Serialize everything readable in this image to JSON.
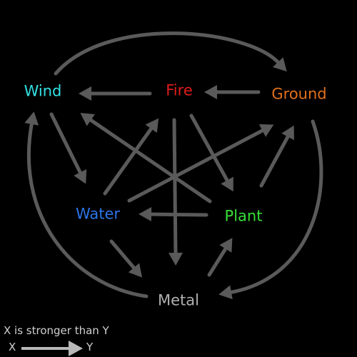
{
  "nodes": {
    "wind": {
      "label": "Wind",
      "color": "#33e0e0"
    },
    "fire": {
      "label": "Fire",
      "color": "#e01c1c"
    },
    "ground": {
      "label": "Ground",
      "color": "#e0701c"
    },
    "water": {
      "label": "Water",
      "color": "#2b74e8"
    },
    "plant": {
      "label": "Plant",
      "color": "#36e036"
    },
    "metal": {
      "label": "Metal",
      "color": "#b0b0b0"
    }
  },
  "edges": [
    {
      "from": "fire",
      "to": "wind"
    },
    {
      "from": "ground",
      "to": "fire"
    },
    {
      "from": "wind",
      "to": "ground"
    },
    {
      "from": "wind",
      "to": "water"
    },
    {
      "from": "water",
      "to": "fire"
    },
    {
      "from": "plant",
      "to": "wind"
    },
    {
      "from": "water",
      "to": "ground"
    },
    {
      "from": "fire",
      "to": "plant"
    },
    {
      "from": "fire",
      "to": "metal"
    },
    {
      "from": "plant",
      "to": "ground"
    },
    {
      "from": "plant",
      "to": "water"
    },
    {
      "from": "water",
      "to": "metal"
    },
    {
      "from": "metal",
      "to": "plant"
    },
    {
      "from": "ground",
      "to": "metal"
    },
    {
      "from": "metal",
      "to": "wind"
    }
  ],
  "edge_color": "#5a5a5a",
  "legend": {
    "text": "X is stronger than Y",
    "from_label": "X",
    "to_label": "Y",
    "arrow_color": "#b8b8b8"
  }
}
